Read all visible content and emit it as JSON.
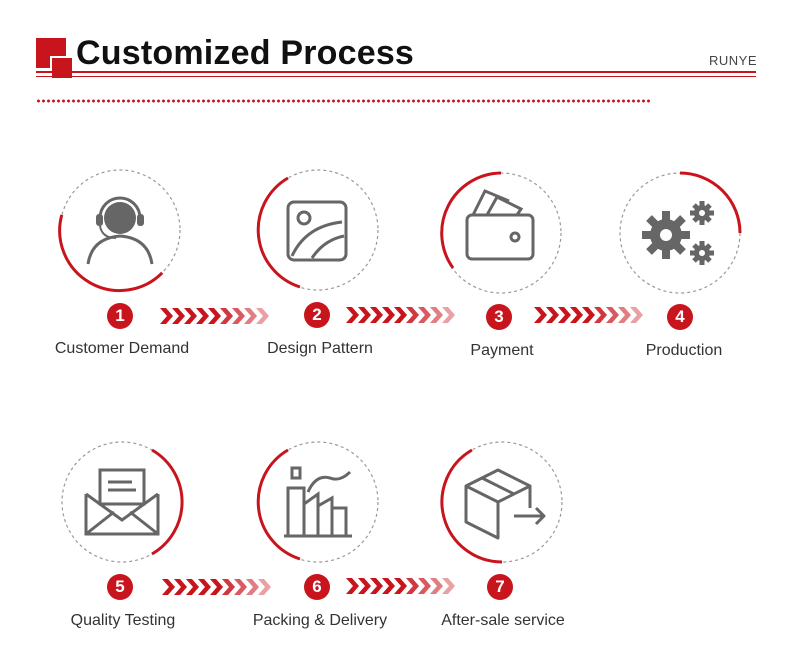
{
  "header": {
    "title": "Customized Process",
    "brand": "RUNYE"
  },
  "colors": {
    "accent": "#c8141c",
    "icon": "#666666",
    "dash": "#999999"
  },
  "steps": [
    {
      "number": "1",
      "label": "Customer Demand",
      "icon": "headset-agent-icon"
    },
    {
      "number": "2",
      "label": "Design Pattern",
      "icon": "image-picture-icon"
    },
    {
      "number": "3",
      "label": "Payment",
      "icon": "wallet-icon"
    },
    {
      "number": "4",
      "label": "Production",
      "icon": "gears-icon"
    },
    {
      "number": "5",
      "label": "Quality Testing",
      "icon": "open-envelope-icon"
    },
    {
      "number": "6",
      "label": "Packing & Delivery",
      "icon": "factory-icon"
    },
    {
      "number": "7",
      "label": "After-sale service",
      "icon": "box-arrow-icon"
    }
  ]
}
